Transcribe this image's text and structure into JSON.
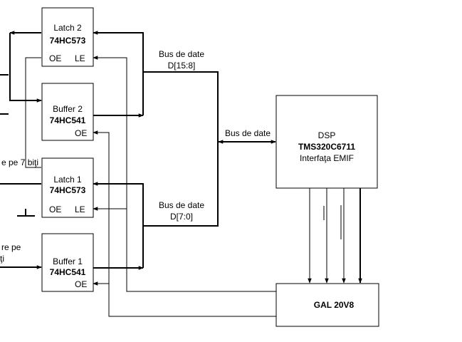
{
  "blocks": {
    "latch2": {
      "name": "Latch 2",
      "part": "74HC573",
      "pin_oe": "OE",
      "pin_le": "LE"
    },
    "buffer2": {
      "name": "Buffer 2",
      "part": "74HC541",
      "pin_oe": "OE"
    },
    "latch1": {
      "name": "Latch 1",
      "part": "74HC573",
      "pin_oe": "OE",
      "pin_le": "LE"
    },
    "buffer1": {
      "name": "Buffer 1",
      "part": "74HC541",
      "pin_oe": "OE"
    },
    "dsp": {
      "line1": "DSP",
      "line2": "TMS320C6711",
      "line3": "Interfaţa EMIF"
    },
    "gal": {
      "name": "GAL 20V8"
    }
  },
  "labels": {
    "bus_high_1": "Bus de date",
    "bus_high_2": "D[15:8]",
    "bus_mid": "Bus de date",
    "bus_low_1": "Bus de date",
    "bus_low_2": "D[7:0]",
    "left_latch1_frag": "e pe 7 biţi",
    "left_buffer1_frag1": "re pe",
    "left_buffer1_frag2": "ţi"
  }
}
